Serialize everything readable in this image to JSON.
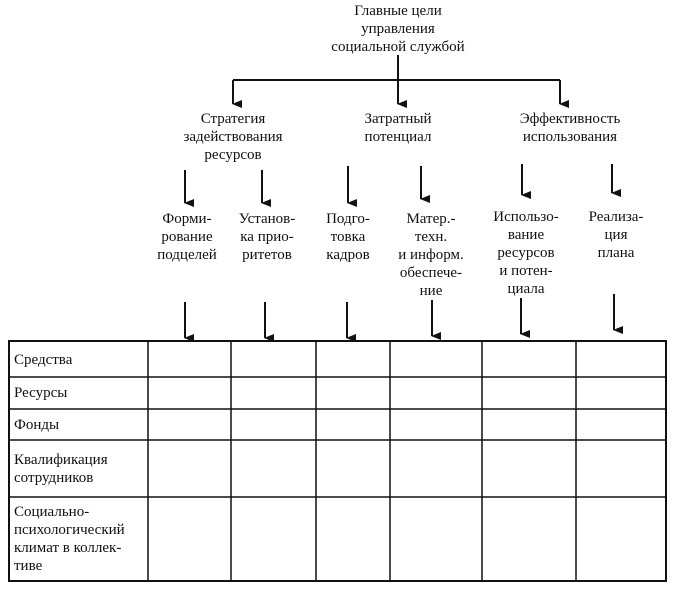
{
  "root": "Главные цели\nуправления\nсоциальной службой",
  "groups": [
    "Стратегия\nзадействования\nресурсов",
    "Затратный\nпотенциал",
    "Эффективность\nиспользования"
  ],
  "subgoals": [
    "Форми-\nрование\nподцелей",
    "Установ-\nка прио-\nритетов",
    "Подго-\nтовка\nкадров",
    "Матер.-\nтехн.\nи информ.\nобеспече-\nние",
    "Использо-\nвание\nресурсов\nи потен-\nциала",
    "Реализа-\nция\nплана"
  ],
  "table_rows": [
    "Средства",
    "Ресурсы",
    "Фонды",
    "Квалификация\nсотрудников",
    "Социально-\nпсихологический\nклимат в коллек-\nтиве"
  ]
}
